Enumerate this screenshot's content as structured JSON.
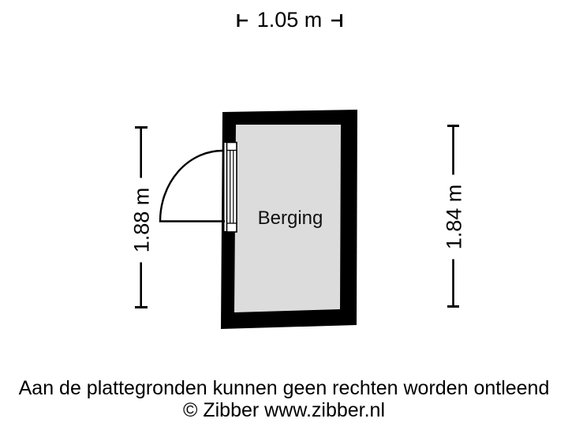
{
  "floorplan": {
    "room": {
      "label": "Berging"
    },
    "dimensions": {
      "width_top": "1.05 m",
      "height_left": "1.88 m",
      "height_right": "1.84 m"
    },
    "footer": {
      "disclaimer": "Aan de plattegronden kunnen geen rechten worden ontleend",
      "copyright": "© Zibber www.zibber.nl"
    },
    "colors": {
      "wall": "#000000",
      "floor": "#dcdcdc",
      "label_background": "#ffffff",
      "text": "#000000"
    }
  }
}
